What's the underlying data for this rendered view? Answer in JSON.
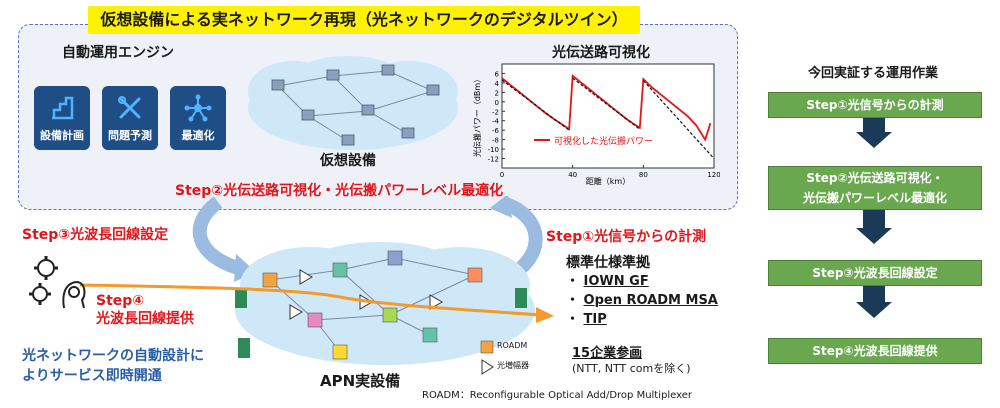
{
  "banner": "仮想設備による実ネットワーク再現（光ネットワークのデジタルツイン）",
  "engine": {
    "title": "自動運用エンジン",
    "tiles": [
      {
        "label": "設備計画",
        "icon": "stairs-icon"
      },
      {
        "label": "問題予測",
        "icon": "tools-icon"
      },
      {
        "label": "最適化",
        "icon": "network-nodes-icon"
      }
    ]
  },
  "virtual_label": "仮想設備",
  "chart_title": "光伝送路可視化",
  "chart_data": {
    "type": "line",
    "title": "",
    "xlabel": "距離（km）",
    "ylabel": "光伝搬パワー（dBm）",
    "xlim": [
      0,
      120
    ],
    "ylim": [
      -14,
      8
    ],
    "xticks": [
      0,
      40,
      80,
      120
    ],
    "yticks": [
      -12,
      -10,
      -8,
      -6,
      -4,
      -2,
      0,
      2,
      4,
      6
    ],
    "series": [
      {
        "name": "可視化した光伝搬パワー",
        "color": "#e3151a",
        "x": [
          0,
          5,
          10,
          15,
          20,
          25,
          30,
          35,
          38,
          40,
          45,
          50,
          55,
          60,
          65,
          70,
          75,
          78,
          80,
          85,
          90,
          95,
          100,
          105,
          110,
          115,
          118
        ],
        "y": [
          5,
          3.5,
          2,
          0.5,
          -1,
          -2.5,
          -3.8,
          -5,
          -5.8,
          5.5,
          4,
          2.5,
          1,
          -0.5,
          -2,
          -3.5,
          -4.8,
          -5.5,
          4.8,
          3,
          1.5,
          0,
          -1.5,
          -3,
          -5,
          -8,
          -4.5
        ]
      },
      {
        "name": "",
        "color": "#111111",
        "dashed": true,
        "x": [
          0,
          38,
          40,
          78,
          80,
          120
        ],
        "y": [
          4.6,
          -6,
          5,
          -5.8,
          4.5,
          -12
        ]
      }
    ]
  },
  "step2_red": "Step②光伝送路可視化・光伝搬パワーレベル最適化",
  "step3_red": "Step③光波長回線設定",
  "step1_red": "Step①光信号からの計測",
  "step4_red": "Step④\n光波長回線提供",
  "blue_text": "光ネットワークの自動設計に\nよりサービス即時開通",
  "apn_label": "APN実設備",
  "legend": {
    "roadm": "ROADM",
    "amp": "光増幅器"
  },
  "standards": {
    "title": "標準仕様準拠",
    "items": [
      "IOWN GF",
      "Open ROADM MSA",
      "TIP"
    ]
  },
  "companies": {
    "title": "15企業参画",
    "note": "(NTT, NTT comを除く)"
  },
  "footnote": "ROADM：Reconfigurable Optical Add/Drop Multiplexer",
  "right": {
    "title": "今回実証する運用作業",
    "steps": [
      "Step①光信号からの計測",
      "Step②光伝送路可視化・\n光伝搬パワーレベル最適化",
      "Step③光波長回線設定",
      "Step④光波長回線提供"
    ]
  },
  "colors": {
    "banner": "#fff200",
    "tile": "#1f4e87",
    "flow": "#6aa84f",
    "accent_red": "#e3151a",
    "accent_blue": "#2a5fa8",
    "arrow": "#f39a2d"
  }
}
